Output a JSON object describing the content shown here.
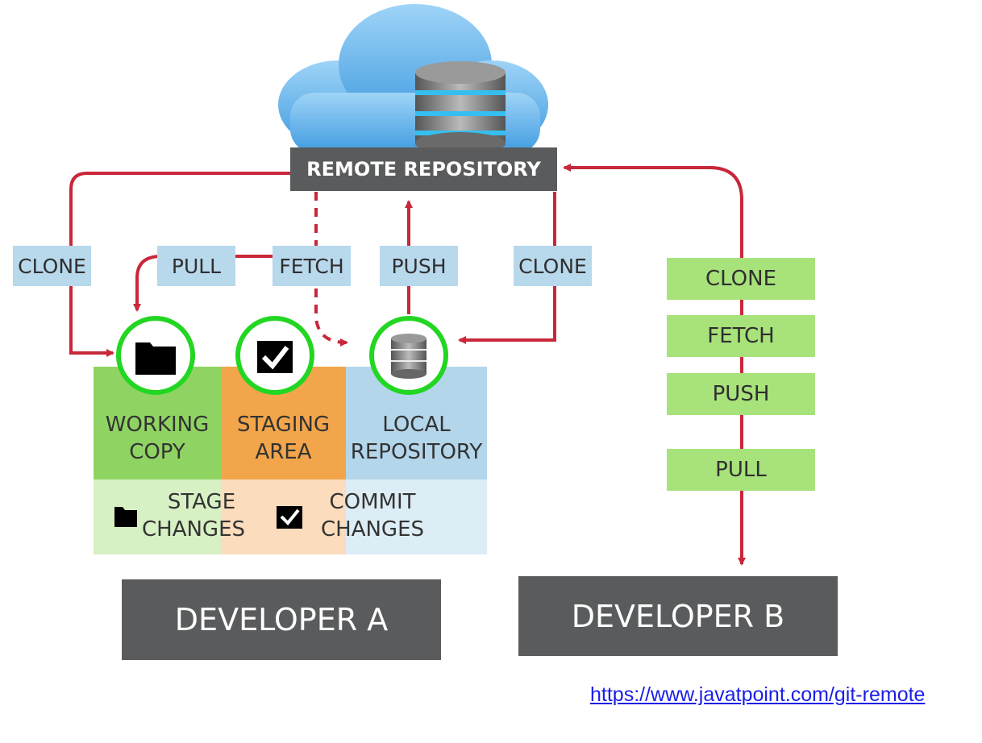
{
  "remote": {
    "label": "REMOTE REPOSITORY"
  },
  "developer_a": {
    "title": "DEVELOPER A",
    "areas": [
      {
        "line1": "WORKING",
        "line2": "COPY"
      },
      {
        "line1": "STAGING",
        "line2": "AREA"
      },
      {
        "line1": "LOCAL",
        "line2": "REPOSITORY"
      }
    ],
    "actions": [
      {
        "line1": "STAGE",
        "line2": "CHANGES"
      },
      {
        "line1": "COMMIT",
        "line2": "CHANGES"
      }
    ],
    "flow_labels": {
      "clone_left": "CLONE",
      "pull": "PULL",
      "fetch": "FETCH",
      "push": "PUSH",
      "clone_right": "CLONE"
    }
  },
  "developer_b": {
    "title": "DEVELOPER B",
    "steps": [
      "CLONE",
      "FETCH",
      "PUSH",
      "PULL"
    ]
  },
  "source_link": "https://www.javatpoint.com/git-remote",
  "colors": {
    "arrow": "#c8283a",
    "working_copy": "#8fd462",
    "staging": "#f2a54a",
    "local_repo": "#b3d6ea",
    "step_green": "#a8e27a",
    "dark_box": "#595b5c",
    "icon_ring": "#22d622"
  },
  "icons": [
    "cloud-icon",
    "database-icon",
    "folder-icon",
    "checkbox-icon"
  ]
}
